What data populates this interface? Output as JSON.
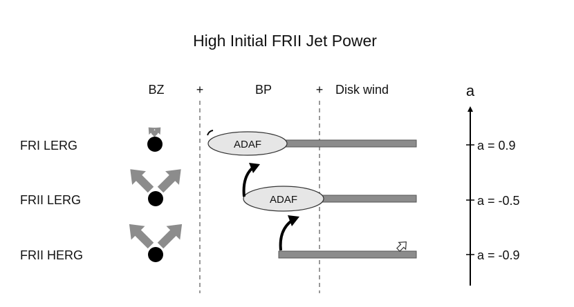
{
  "title": "High Initial FRII Jet Power",
  "headers": {
    "bz": "BZ",
    "plus1": "+",
    "bp": "BP",
    "plus2": "+",
    "disk_wind": "Disk wind"
  },
  "rows": [
    {
      "label": "FRI LERG",
      "spin_label": "a = 0.9"
    },
    {
      "label": "FRII LERG",
      "spin_label": "a = -0.5"
    },
    {
      "label": "FRII HERG",
      "spin_label": "a = -0.9"
    }
  ],
  "adaf_label": "ADAF",
  "axis": {
    "name": "a"
  },
  "colors": {
    "gray": "#8c8c8c",
    "ellipse_fill": "#e6e6e6",
    "ink": "#000000"
  }
}
